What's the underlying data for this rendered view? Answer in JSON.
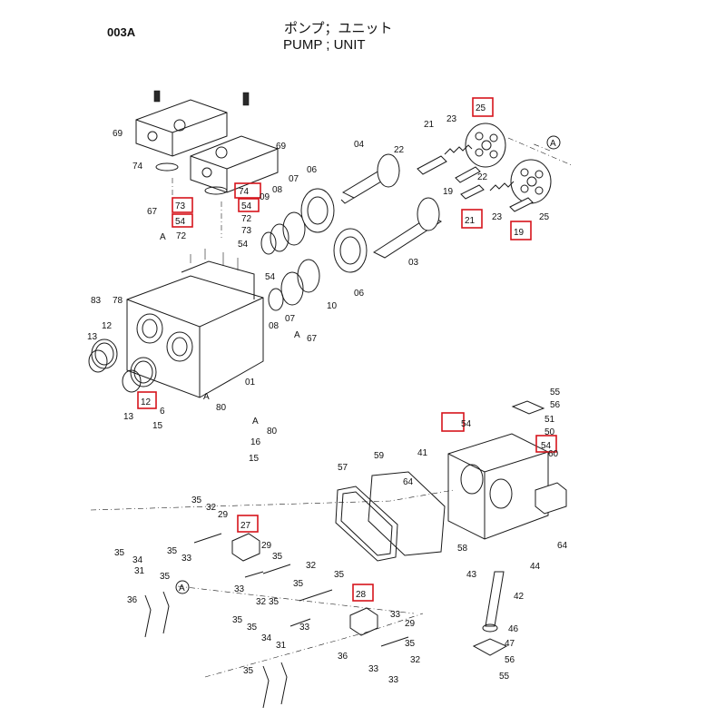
{
  "header": {
    "code": "003A",
    "title_jp": "ポンプ；ユニット",
    "title_en": "PUMP ; UNIT"
  },
  "callouts": [
    {
      "id": "l69a",
      "text": "69"
    },
    {
      "id": "l69b",
      "text": "69"
    },
    {
      "id": "l74a",
      "text": "74"
    },
    {
      "id": "l74b",
      "text": "74"
    },
    {
      "id": "l73a",
      "text": "73"
    },
    {
      "id": "l73b",
      "text": "73"
    },
    {
      "id": "l54a",
      "text": "54"
    },
    {
      "id": "l54b",
      "text": "54"
    },
    {
      "id": "l54c",
      "text": "54"
    },
    {
      "id": "l54d",
      "text": "54"
    },
    {
      "id": "l54e",
      "text": "54"
    },
    {
      "id": "l54f",
      "text": "54"
    },
    {
      "id": "l72a",
      "text": "72"
    },
    {
      "id": "l72b",
      "text": "72"
    },
    {
      "id": "l67a",
      "text": "67"
    },
    {
      "id": "l67b",
      "text": "67"
    },
    {
      "id": "l09a",
      "text": "09"
    },
    {
      "id": "l08a",
      "text": "08"
    },
    {
      "id": "l07a",
      "text": "07"
    },
    {
      "id": "l06a",
      "text": "06"
    },
    {
      "id": "l08b",
      "text": "08"
    },
    {
      "id": "l07b",
      "text": "07"
    },
    {
      "id": "l10a",
      "text": "10"
    },
    {
      "id": "l06b",
      "text": "06"
    },
    {
      "id": "l04",
      "text": "04"
    },
    {
      "id": "l03",
      "text": "03"
    },
    {
      "id": "l01",
      "text": "01"
    },
    {
      "id": "l21a",
      "text": "21"
    },
    {
      "id": "l21b",
      "text": "21"
    },
    {
      "id": "l22a",
      "text": "22"
    },
    {
      "id": "l22b",
      "text": "22"
    },
    {
      "id": "l23a",
      "text": "23"
    },
    {
      "id": "l23b",
      "text": "23"
    },
    {
      "id": "l25a",
      "text": "25"
    },
    {
      "id": "l25b",
      "text": "25"
    },
    {
      "id": "l19a",
      "text": "19"
    },
    {
      "id": "l19b",
      "text": "19"
    },
    {
      "id": "l83",
      "text": "83"
    },
    {
      "id": "l78",
      "text": "78"
    },
    {
      "id": "l12a",
      "text": "12"
    },
    {
      "id": "l12b",
      "text": "12"
    },
    {
      "id": "l13a",
      "text": "13"
    },
    {
      "id": "l13b",
      "text": "13"
    },
    {
      "id": "l6",
      "text": "6"
    },
    {
      "id": "l15a",
      "text": "15"
    },
    {
      "id": "l15b",
      "text": "15"
    },
    {
      "id": "l80a",
      "text": "80"
    },
    {
      "id": "l80b",
      "text": "80"
    },
    {
      "id": "l16",
      "text": "16"
    },
    {
      "id": "l55a",
      "text": "55"
    },
    {
      "id": "l56a",
      "text": "56"
    },
    {
      "id": "l51",
      "text": "51"
    },
    {
      "id": "l50",
      "text": "50"
    },
    {
      "id": "l60",
      "text": "60"
    },
    {
      "id": "l41",
      "text": "41"
    },
    {
      "id": "l59",
      "text": "59"
    },
    {
      "id": "l57",
      "text": "57"
    },
    {
      "id": "l64a",
      "text": "64"
    },
    {
      "id": "l64b",
      "text": "64"
    },
    {
      "id": "l58",
      "text": "58"
    },
    {
      "id": "l44",
      "text": "44"
    },
    {
      "id": "l43",
      "text": "43"
    },
    {
      "id": "l42",
      "text": "42"
    },
    {
      "id": "l46",
      "text": "46"
    },
    {
      "id": "l47",
      "text": "47"
    },
    {
      "id": "l56b",
      "text": "56"
    },
    {
      "id": "l55b",
      "text": "55"
    },
    {
      "id": "l27",
      "text": "27"
    },
    {
      "id": "l28",
      "text": "28"
    },
    {
      "id": "l35a",
      "text": "35"
    },
    {
      "id": "l32a",
      "text": "32"
    },
    {
      "id": "l29a",
      "text": "29"
    },
    {
      "id": "l35b",
      "text": "35"
    },
    {
      "id": "l33a",
      "text": "33"
    },
    {
      "id": "l29b",
      "text": "29"
    },
    {
      "id": "l35c",
      "text": "35"
    },
    {
      "id": "l35d",
      "text": "35"
    },
    {
      "id": "l34a",
      "text": "34"
    },
    {
      "id": "l31a",
      "text": "31"
    },
    {
      "id": "l35e",
      "text": "35"
    },
    {
      "id": "l36a",
      "text": "36"
    },
    {
      "id": "l33b",
      "text": "33"
    },
    {
      "id": "l32b",
      "text": "32"
    },
    {
      "id": "l33c",
      "text": "33"
    },
    {
      "id": "l35f",
      "text": "35"
    },
    {
      "id": "l32c",
      "text": "32"
    },
    {
      "id": "l35g",
      "text": "35"
    },
    {
      "id": "l35h",
      "text": "35"
    },
    {
      "id": "l33d",
      "text": "33"
    },
    {
      "id": "l29c",
      "text": "29"
    },
    {
      "id": "l35i",
      "text": "35"
    },
    {
      "id": "l35j",
      "text": "35"
    },
    {
      "id": "l34b",
      "text": "34"
    },
    {
      "id": "l31b",
      "text": "31"
    },
    {
      "id": "l35k",
      "text": "35"
    },
    {
      "id": "l36b",
      "text": "36"
    },
    {
      "id": "l33e",
      "text": "33"
    },
    {
      "id": "l32d",
      "text": "32"
    },
    {
      "id": "l35l",
      "text": "35"
    },
    {
      "id": "l33f",
      "text": "33"
    },
    {
      "id": "l35m",
      "text": "35"
    }
  ],
  "reference_marks": [
    "A",
    "A",
    "A",
    "A",
    "A",
    "A",
    "A"
  ],
  "colors": {
    "highlight": "#d6141c",
    "ink": "#1a1a1a",
    "background": "#ffffff"
  }
}
